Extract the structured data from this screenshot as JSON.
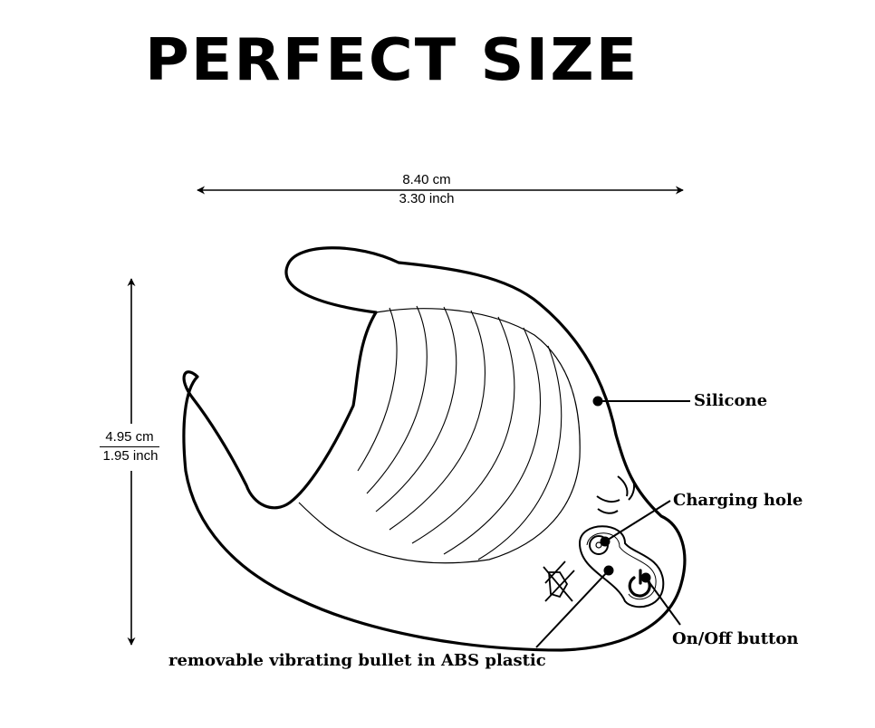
{
  "title": "PERFECT SIZE",
  "dimensions": {
    "width_cm": "8.40 cm",
    "width_inch": "3.30 inch",
    "height_cm": "4.95 cm",
    "height_inch": "1.95 inch"
  },
  "callouts": {
    "silicone": "Silicone",
    "charging_hole": "Charging hole",
    "on_off_button": "On/Off button",
    "bullet": "removable vibrating bullet in ABS plastic"
  }
}
